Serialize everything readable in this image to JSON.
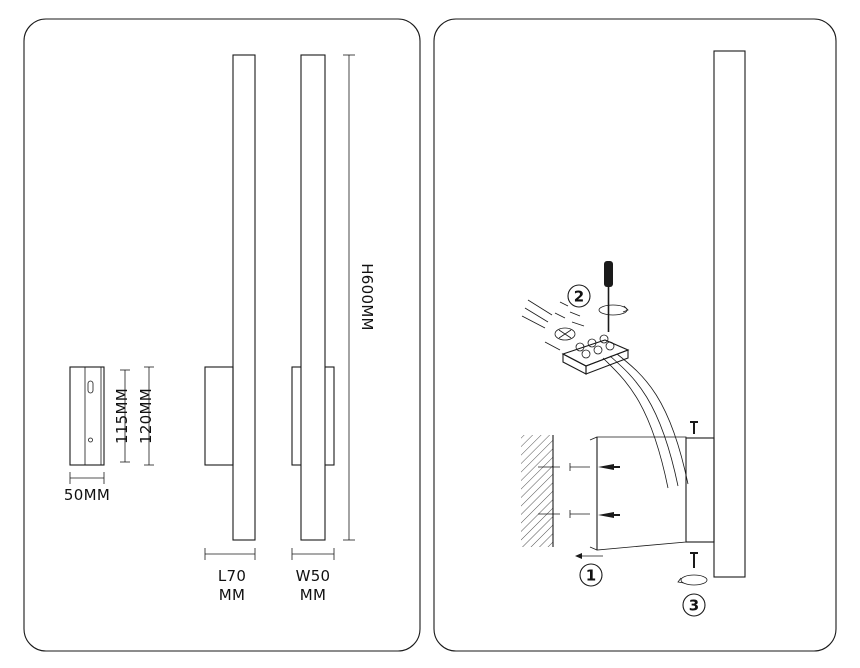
{
  "dimensions": {
    "height": "H600MM",
    "length_top": "L70",
    "length_bottom": "MM",
    "width_top": "W50",
    "width_bottom": "MM",
    "base_115": "115MM",
    "base_120": "120MM",
    "base_width": "50MM"
  },
  "steps": {
    "step1": "1",
    "step2": "2",
    "step3": "3"
  }
}
